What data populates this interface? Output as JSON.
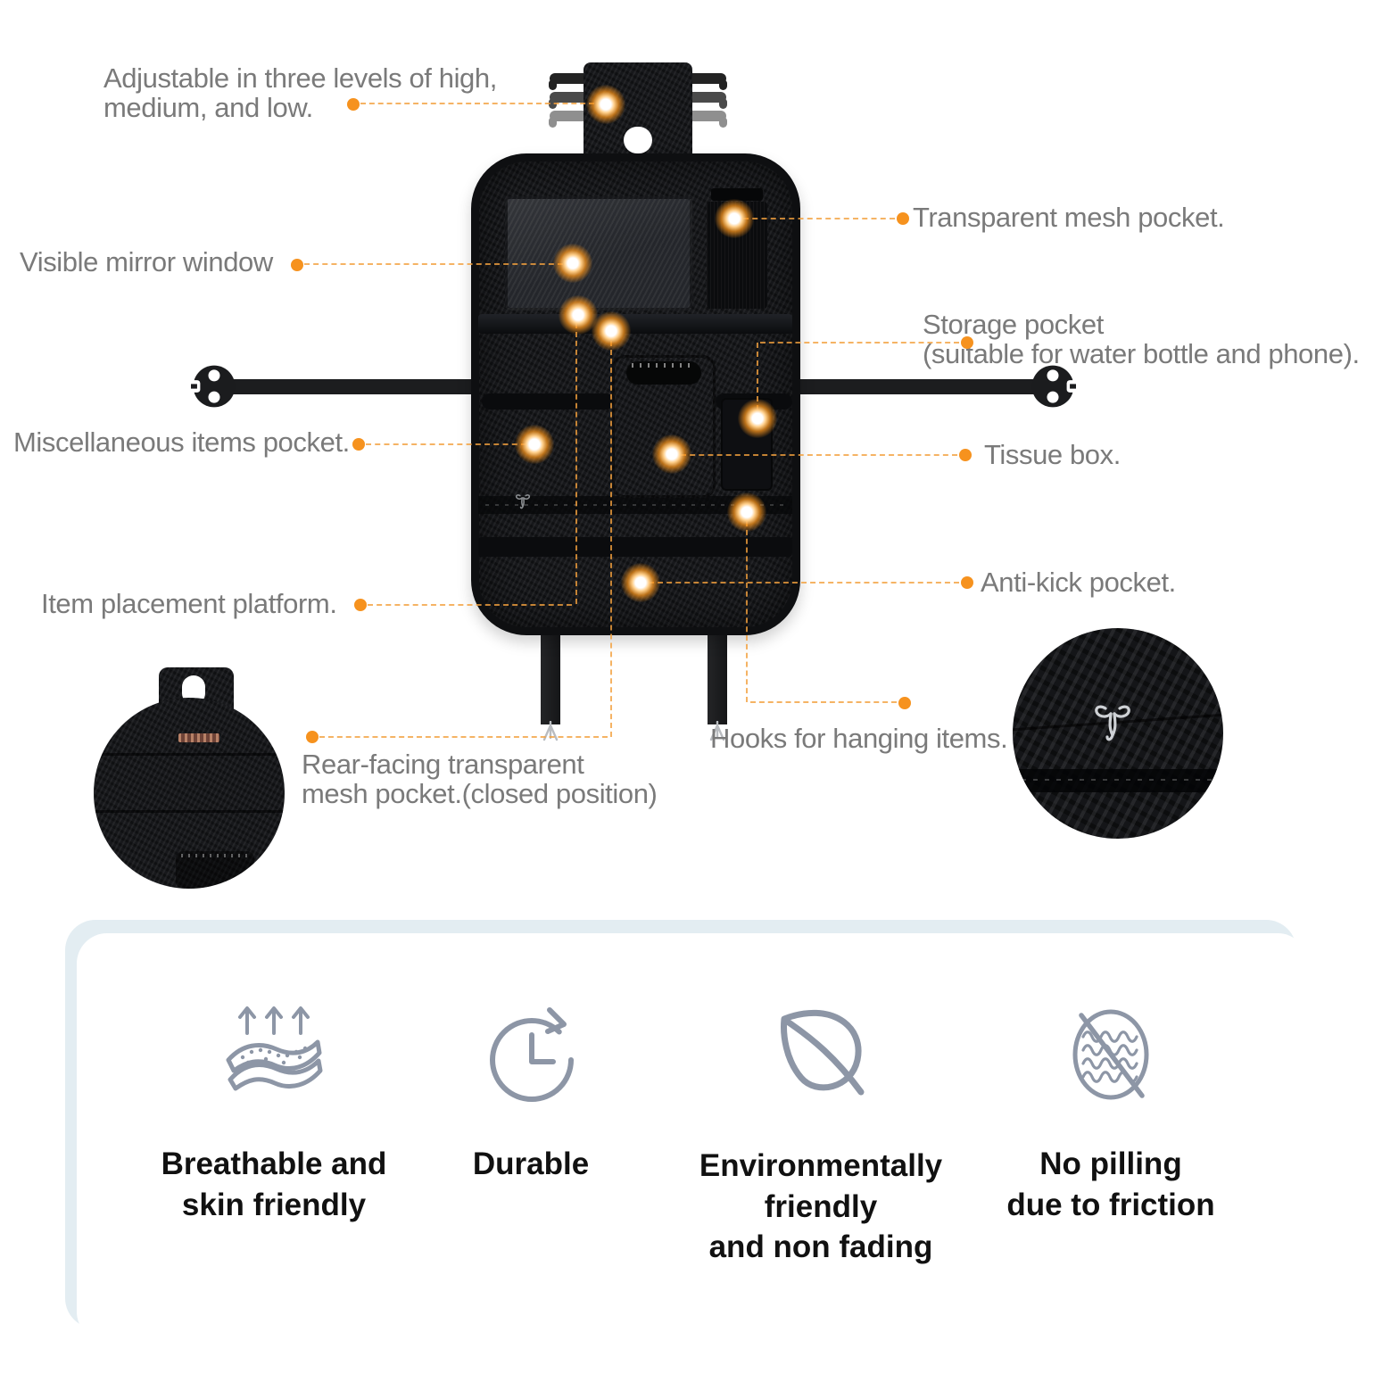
{
  "product_diagram": {
    "callouts": {
      "adjustable": {
        "text": "Adjustable in three levels of high,\nmedium, and low."
      },
      "visible_mirror": {
        "text": "Visible mirror window"
      },
      "transparent_mesh": {
        "text": "Transparent mesh pocket."
      },
      "storage_pocket": {
        "text": "Storage pocket\n(suitable for water bottle and phone)."
      },
      "misc_pocket": {
        "text": "Miscellaneous items pocket."
      },
      "tissue_box": {
        "text": "Tissue box."
      },
      "item_platform": {
        "text": "Item placement platform."
      },
      "anti_kick": {
        "text": "Anti-kick pocket."
      },
      "rear_mesh": {
        "text": "Rear-facing transparent\nmesh pocket.(closed position)"
      },
      "hooks": {
        "text": "Hooks for hanging items."
      }
    }
  },
  "features": {
    "breathable": {
      "label": "Breathable and\nskin friendly",
      "icon": "breathable-fabric-icon"
    },
    "durable": {
      "label": "Durable",
      "icon": "durable-clock-icon"
    },
    "eco": {
      "label": "Environmentally friendly\nand non fading",
      "icon": "eco-leaf-icon"
    },
    "no_pilling": {
      "label": "No pilling\ndue to friction",
      "icon": "no-pilling-icon"
    }
  },
  "colors": {
    "accent_orange": "#f6921e",
    "dash_orange": "#f3a04d",
    "label_gray": "#7a7a7a",
    "feature_text": "#111111",
    "icon_gray": "#8d96a6",
    "card_shadow_blue": "#e3edf2",
    "carbon_black": "#17181b"
  }
}
